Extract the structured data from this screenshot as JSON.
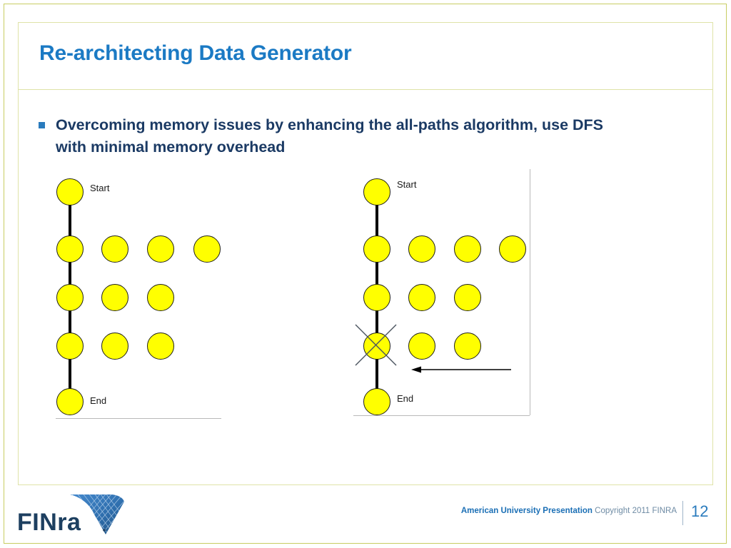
{
  "slide": {
    "title": "Re-architecting Data Generator",
    "bullet_marker": "square-bullet",
    "bullet_text": "Overcoming memory issues by enhancing the all-paths algorithm, use DFS with minimal memory overhead",
    "accent_color": "#1b7ac4",
    "bullet_text_color": "#1b3a64",
    "border_color": "#c8cd62",
    "node_color": "#ffff00"
  },
  "diagrams": [
    {
      "name": "all-paths-graph",
      "start_label": "Start",
      "end_label": "End",
      "rows": [
        1,
        4,
        3,
        3,
        1
      ],
      "path_nodes": [
        "Start",
        "row2-col1",
        "row3-col1",
        "row4-col1",
        "End"
      ],
      "marked_node": null,
      "arrow": null
    },
    {
      "name": "dfs-graph",
      "start_label": "Start",
      "end_label": "End",
      "rows": [
        1,
        4,
        3,
        3,
        1
      ],
      "path_nodes": [
        "Start",
        "row2-col1",
        "row3-col1",
        "row4-col1",
        "End"
      ],
      "marked_node": "row4-col1",
      "marked_symbol": "cross-out",
      "arrow": "backtrack-arrow-left"
    }
  ],
  "footer": {
    "logo": "finra-logo",
    "logo_wordmark": "FINRA",
    "credit_strong": "American University Presentation",
    "credit_light": "Copyright 2011 FINRA",
    "page_number": "12"
  }
}
